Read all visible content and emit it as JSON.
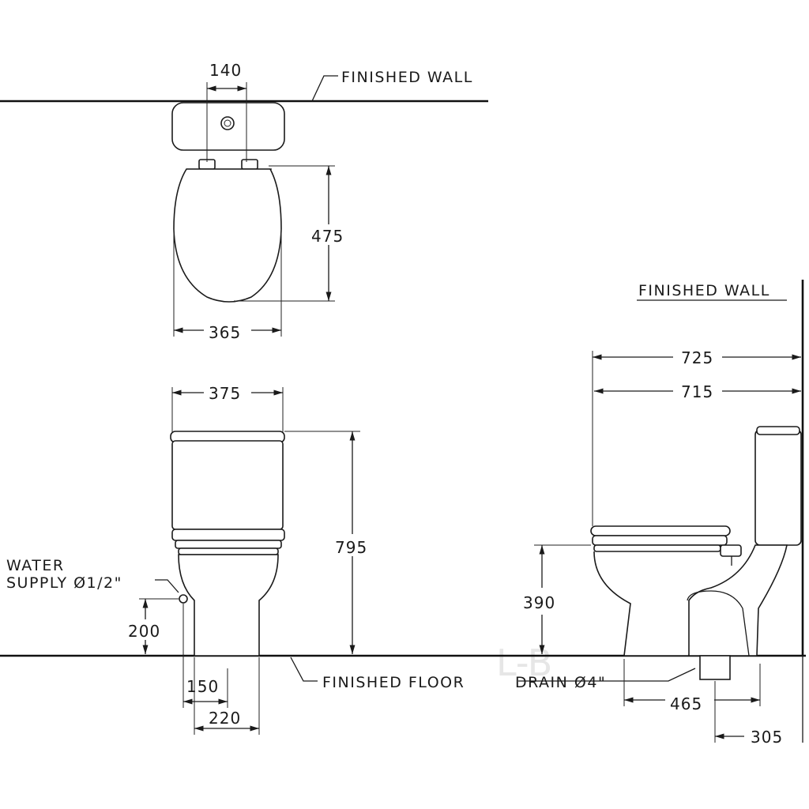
{
  "labels": {
    "finished_wall_top": "FINISHED WALL",
    "finished_wall_side": "FINISHED WALL",
    "finished_floor": "FINISHED FLOOR",
    "water_supply_line1": "WATER",
    "water_supply_line2": "SUPPLY Ø1/2\"",
    "drain": "DRAIN Ø4\"",
    "watermark": "L-B"
  },
  "dimensions": {
    "top_tank_outlet_width": "140",
    "top_seat_depth": "475",
    "top_seat_width": "365",
    "front_tank_width": "375",
    "front_total_height": "795",
    "front_supply_height": "200",
    "front_supply_offset": "150",
    "front_base_width": "220",
    "side_total_depth": "725",
    "side_depth_to_seat": "715",
    "side_seat_height": "390",
    "side_base_depth": "465",
    "side_drain_to_wall": "305"
  }
}
